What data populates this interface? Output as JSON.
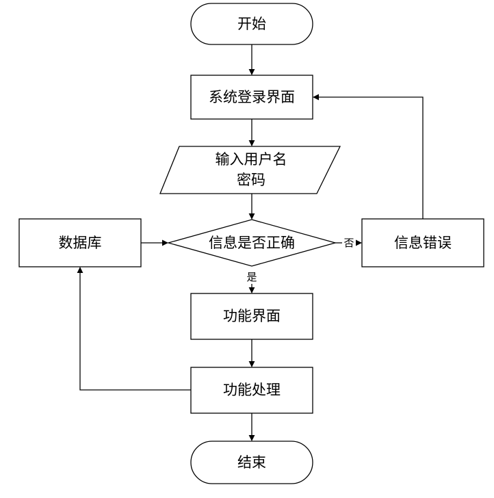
{
  "nodes": {
    "start": "开始",
    "login": "系统登录界面",
    "input_line1": "输入用户名",
    "input_line2": "密码",
    "check": "信息是否正确",
    "database": "数据库",
    "error": "信息错误",
    "function_ui": "功能界面",
    "processing": "功能处理",
    "end": "结束"
  },
  "edges": {
    "no": "否",
    "yes": "是"
  }
}
